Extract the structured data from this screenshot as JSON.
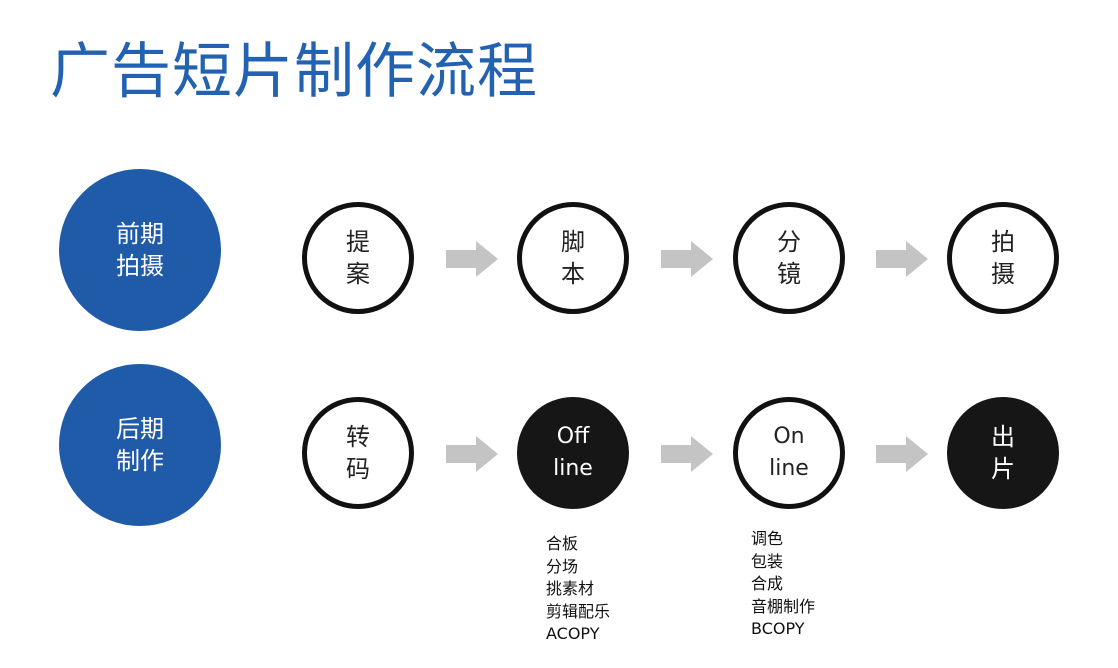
{
  "title": "广告短片制作流程",
  "colors": {
    "title": "#2262b0",
    "phase": "#1f5ba8",
    "arrow": "#c4c4c4",
    "dark_step": "#161616"
  },
  "rows": [
    {
      "phase": [
        "前期",
        "拍摄"
      ],
      "steps": [
        {
          "lines": [
            "提",
            "案"
          ],
          "dark": false
        },
        {
          "lines": [
            "脚",
            "本"
          ],
          "dark": false
        },
        {
          "lines": [
            "分",
            "镜"
          ],
          "dark": false
        },
        {
          "lines": [
            "拍",
            "摄"
          ],
          "dark": false
        }
      ]
    },
    {
      "phase": [
        "后期",
        "制作"
      ],
      "steps": [
        {
          "lines": [
            "转",
            "码"
          ],
          "dark": false
        },
        {
          "lines": [
            "Off",
            "line"
          ],
          "dark": true
        },
        {
          "lines": [
            "On",
            "line"
          ],
          "dark": false
        },
        {
          "lines": [
            "出",
            "片"
          ],
          "dark": true
        }
      ]
    }
  ],
  "notes": {
    "offline": [
      "合板",
      "分场",
      "挑素材",
      "剪辑配乐",
      "ACOPY"
    ],
    "online": [
      "调色",
      "包装",
      "合成",
      "音棚制作",
      "BCOPY"
    ]
  }
}
